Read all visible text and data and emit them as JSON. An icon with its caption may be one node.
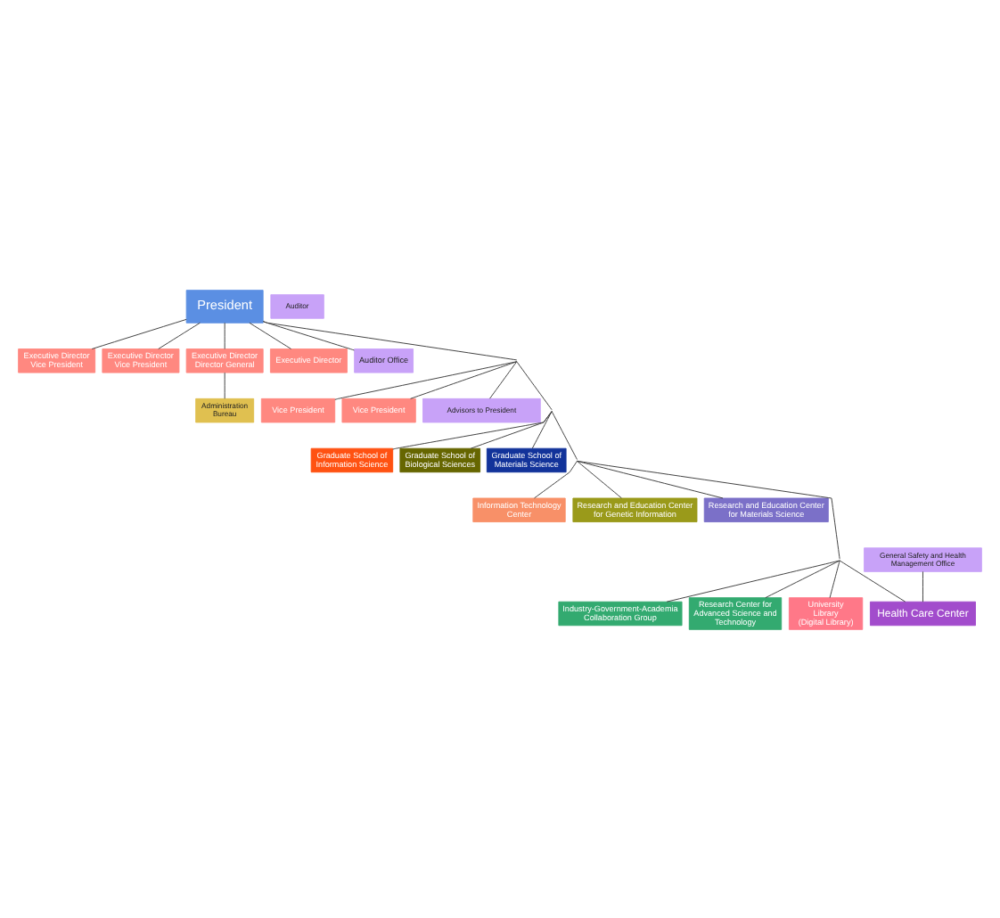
{
  "diagram": {
    "nodes": [
      {
        "text": [
          "President"
        ]
      },
      {
        "text": [
          "Auditor"
        ]
      },
      {
        "text": [
          "Executive Director Vice President"
        ]
      },
      {
        "text": [
          "Executive Director Vice President"
        ]
      },
      {
        "text": [
          "Executive Director Director General"
        ]
      },
      {
        "text": [
          "Executive Director"
        ]
      },
      {
        "text": [
          "Auditor Office"
        ]
      },
      {
        "text": [
          "Vice President"
        ]
      },
      {
        "text": [
          "Vice President"
        ]
      },
      {
        "text": [
          "Administration Bureau"
        ]
      },
      {
        "text": [
          "Advisors to President"
        ]
      },
      {
        "text": [
          "Graduate School of Information Science"
        ]
      },
      {
        "text": [
          "Graduate School of Biological Sciences"
        ]
      },
      {
        "text": [
          "Graduate School of Materials Science"
        ]
      },
      {
        "text": [
          "Information Technology Center"
        ]
      },
      {
        "text": [
          "Research and Education Center for Genetic Information"
        ]
      },
      {
        "text": [
          "Research and Education Center for Materials Science"
        ]
      },
      {
        "text": [
          "General Safety and Health Management Office"
        ]
      },
      {
        "text": [
          "Industry-Government-Academia Collaboration Group"
        ]
      },
      {
        "text": [
          "Research Center for Advanced Science and Technology"
        ]
      },
      {
        "text": [
          "University Library",
          "(Digital Library)"
        ]
      },
      {
        "text": [
          "Health Care Center"
        ]
      }
    ],
    "edges": [
      {
        "from": 0,
        "to": 2,
        "arrow": "none"
      },
      {
        "from": 0,
        "to": 3,
        "arrow": "none"
      },
      {
        "from": 0,
        "to": 4,
        "arrow": "none"
      },
      {
        "from": 0,
        "to": 5,
        "arrow": "none"
      },
      {
        "from": 0,
        "to": 6,
        "arrow": "none"
      },
      {
        "from": 0,
        "to": 7,
        "arrow": "none"
      },
      {
        "from": 0,
        "to": 8,
        "arrow": "none"
      },
      {
        "from": 4,
        "to": 9,
        "arrow": "none"
      },
      {
        "from": 0,
        "to": 10,
        "arrow": "none"
      },
      {
        "from": 0,
        "to": 11,
        "arrow": "none"
      },
      {
        "from": 0,
        "to": 12,
        "arrow": "none"
      },
      {
        "from": 0,
        "to": 13,
        "arrow": "none"
      },
      {
        "from": 0,
        "to": 14,
        "arrow": "none"
      },
      {
        "from": 0,
        "to": 15,
        "arrow": "none"
      },
      {
        "from": 0,
        "to": 16,
        "arrow": "none"
      },
      {
        "from": 0,
        "to": 18,
        "arrow": "none"
      },
      {
        "from": 0,
        "to": 19,
        "arrow": "none"
      },
      {
        "from": 0,
        "to": 20,
        "arrow": "none"
      },
      {
        "from": 0,
        "to": 21,
        "arrow": "none"
      },
      {
        "from": 17,
        "to": 21,
        "arrow": "none"
      }
    ]
  }
}
